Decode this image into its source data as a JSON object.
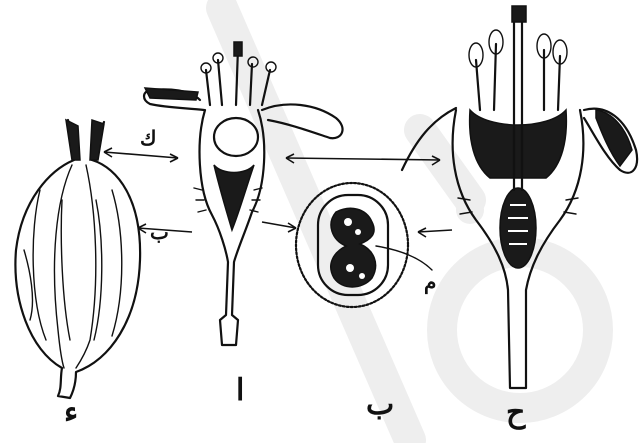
{
  "colors": {
    "ink": "#111111",
    "background": "#ffffff",
    "watermark": "#eeeeee"
  },
  "labels": {
    "figure_d": "ء",
    "figure_a": "ا",
    "figure_b": "ب",
    "figure_h": "ح",
    "part_sepal": "ك",
    "part_fruit_wall": "ب",
    "part_seed": "م"
  },
  "icons": {
    "watermark": "diagonal-stroke-and-ring-watermark"
  }
}
